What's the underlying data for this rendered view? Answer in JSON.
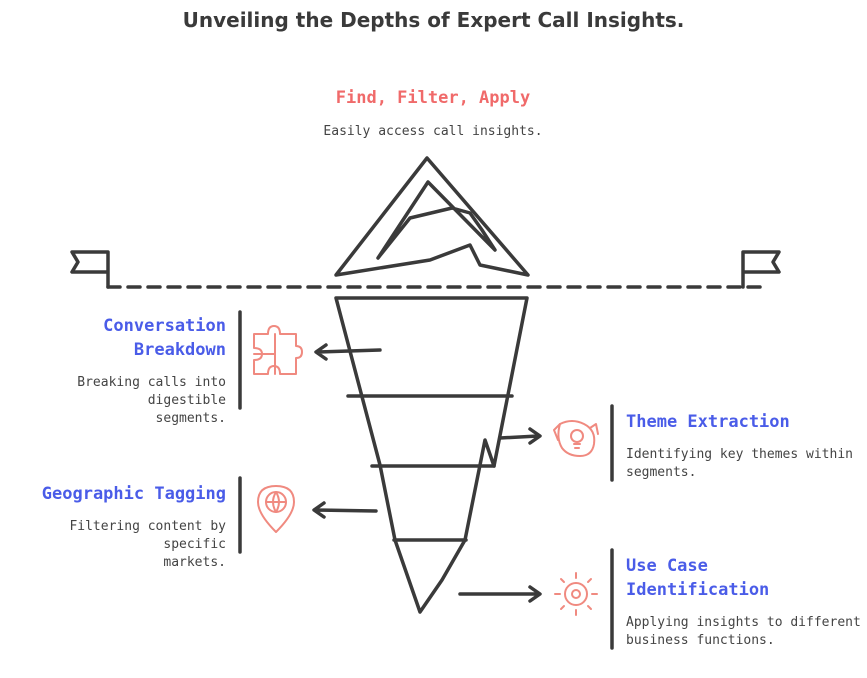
{
  "title": "Unveiling the Depths of Expert Call Insights.",
  "top": {
    "heading": "Find, Filter, Apply",
    "description": "Easily access call insights."
  },
  "items": [
    {
      "heading_line1": "Conversation",
      "heading_line2": "Breakdown",
      "desc_line1": "Breaking calls into digestible",
      "desc_line2": "segments.",
      "icon": "puzzle-icon"
    },
    {
      "heading_line1": "Theme Extraction",
      "heading_line2": "",
      "desc_line1": "Identifying key themes within",
      "desc_line2": "segments.",
      "icon": "idea-bubble-icon"
    },
    {
      "heading_line1": "Geographic Tagging",
      "heading_line2": "",
      "desc_line1": "Filtering content by specific",
      "desc_line2": "markets.",
      "icon": "globe-pin-icon"
    },
    {
      "heading_line1": "Use Case",
      "heading_line2": "Identification",
      "desc_line1": "Applying insights to different",
      "desc_line2": "business functions.",
      "icon": "sun-target-icon"
    }
  ],
  "colors": {
    "heading": "#4a5ce8",
    "top_heading": "#f06a6a",
    "icon": "#f08a80",
    "stroke": "#3a3a3a"
  }
}
